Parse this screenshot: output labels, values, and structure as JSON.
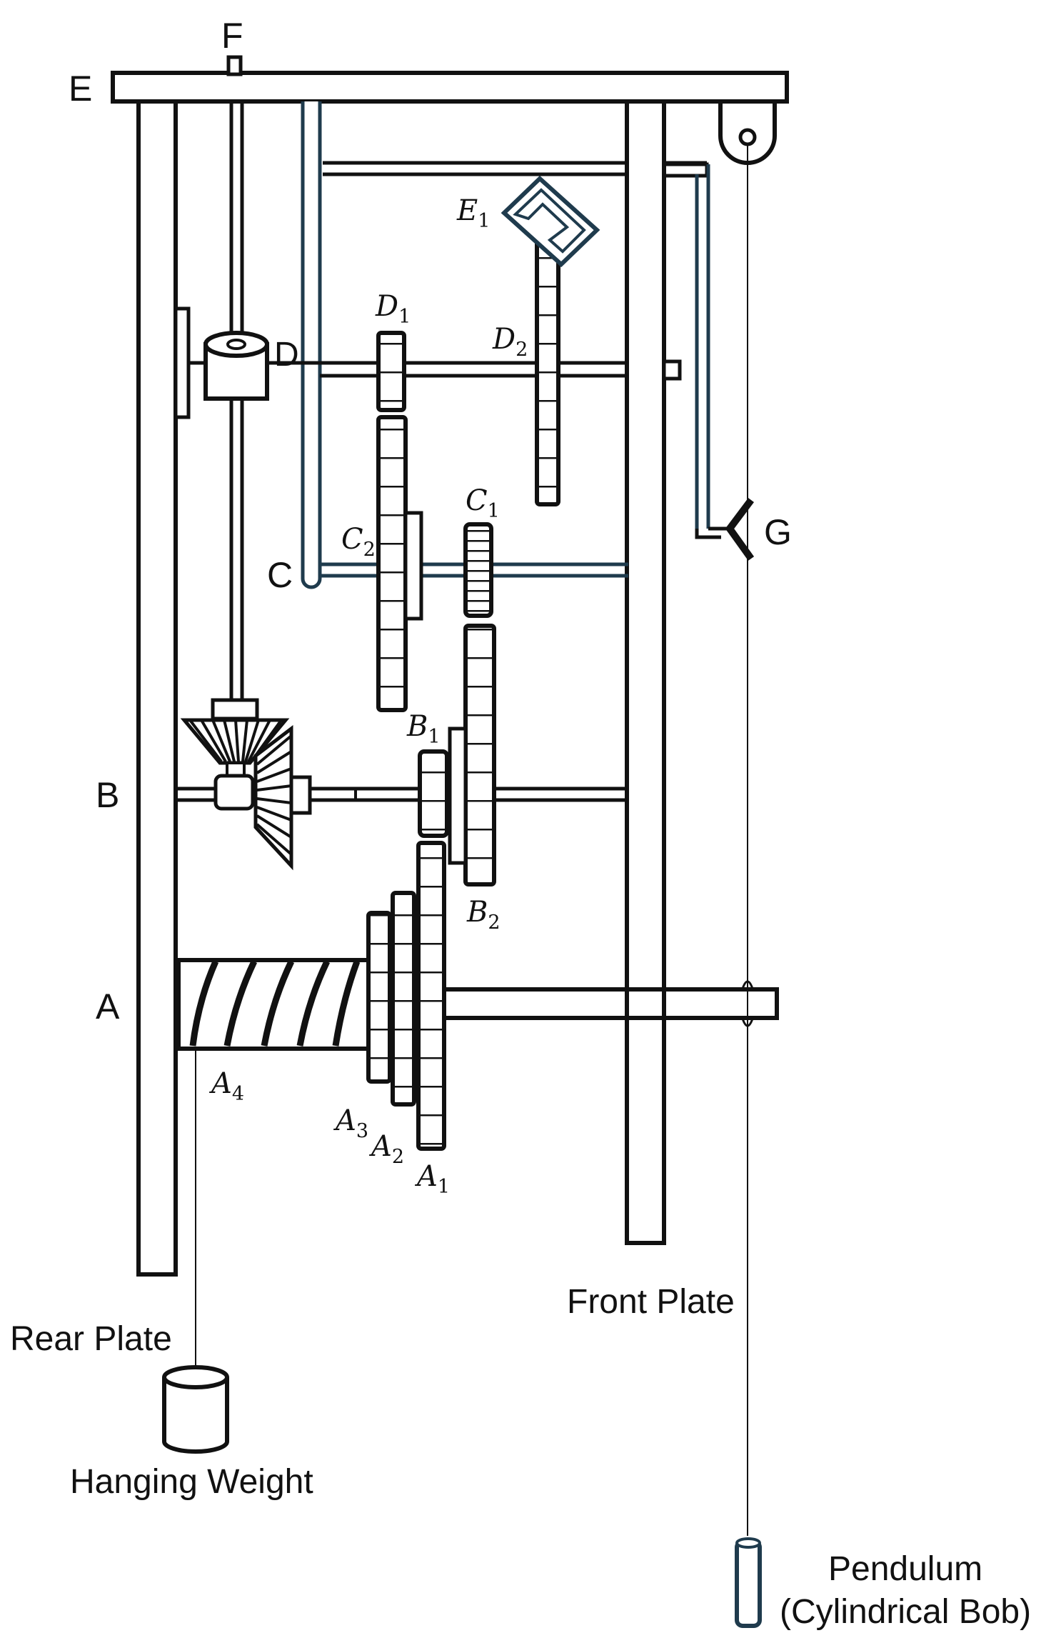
{
  "colors": {
    "ink": "#111111",
    "accent": "#1f3b4d",
    "paper": "#ffffff"
  },
  "labels": {
    "E": "E",
    "F": "F",
    "D": "D",
    "C": "C",
    "B": "B",
    "A": "A",
    "G": "G",
    "E1": {
      "base": "E",
      "sub": "1"
    },
    "D1": {
      "base": "D",
      "sub": "1"
    },
    "D2": {
      "base": "D",
      "sub": "2"
    },
    "C1": {
      "base": "C",
      "sub": "1"
    },
    "C2": {
      "base": "C",
      "sub": "2"
    },
    "B1": {
      "base": "B",
      "sub": "1"
    },
    "B2": {
      "base": "B",
      "sub": "2"
    },
    "A1": {
      "base": "A",
      "sub": "1"
    },
    "A2": {
      "base": "A",
      "sub": "2"
    },
    "A3": {
      "base": "A",
      "sub": "3"
    },
    "A4": {
      "base": "A",
      "sub": "4"
    },
    "rear_plate": "Rear Plate",
    "front_plate": "Front Plate",
    "hanging_weight": "Hanging Weight",
    "pendulum_line1": "Pendulum",
    "pendulum_line2": "(Cylindrical Bob)"
  }
}
